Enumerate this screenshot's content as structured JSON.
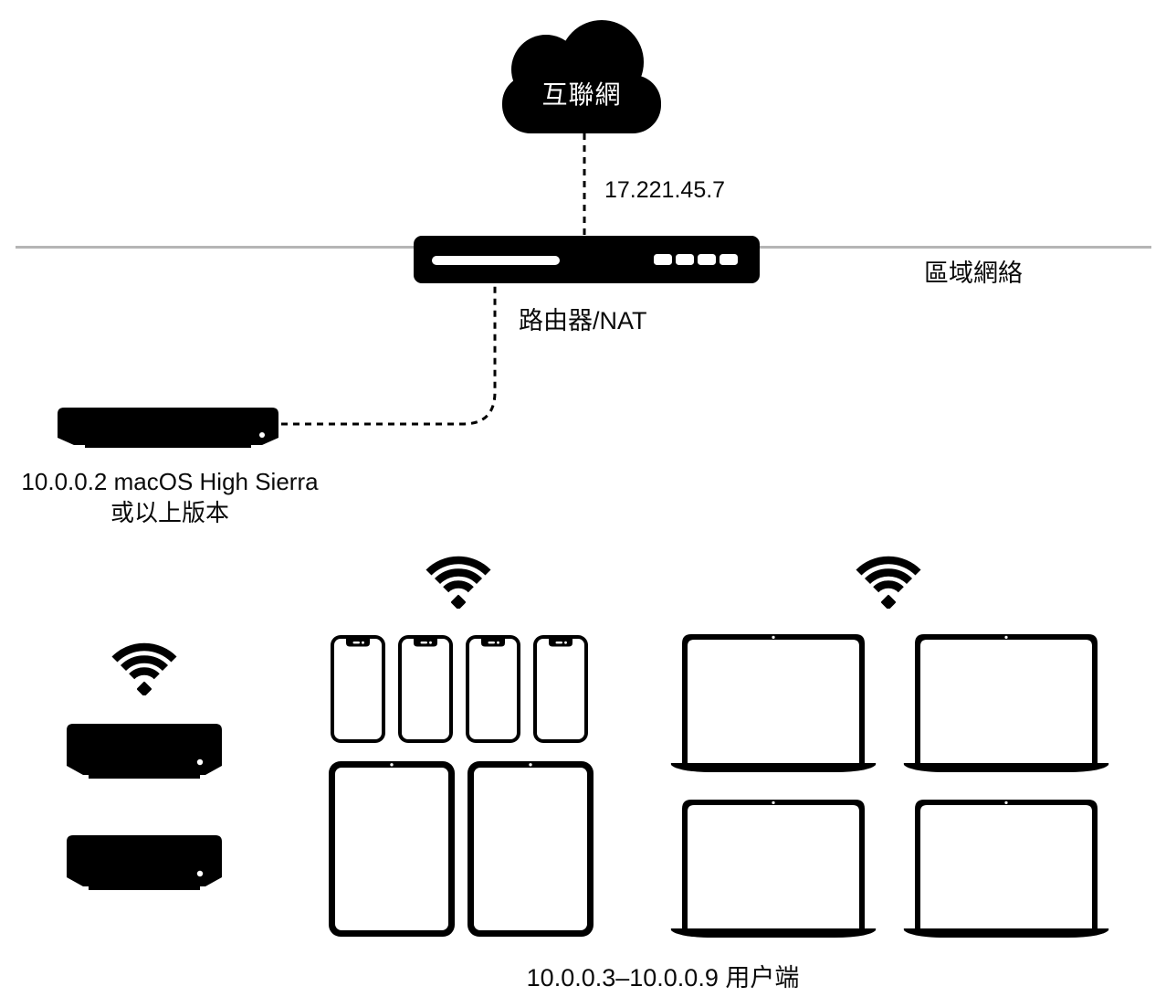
{
  "diagram_title": "network-topology-diagram",
  "internet": {
    "label": "互聯網",
    "public_ip": "17.221.45.7"
  },
  "router": {
    "label": "路由器/NAT"
  },
  "lan": {
    "label": "區域網絡"
  },
  "server": {
    "label_line1": "10.0.0.2 macOS High Sierra",
    "label_line2": "或以上版本"
  },
  "clients": {
    "label": "10.0.0.3–10.0.0.9 用户端",
    "iphone_count": 4,
    "ipad_count": 2,
    "macbook_count": 4,
    "mac_mini_count": 2
  },
  "colors": {
    "device": "#000000",
    "screen": "#ffffff",
    "lan_line": "#b5b5b5",
    "text": "#0a0a0a"
  }
}
